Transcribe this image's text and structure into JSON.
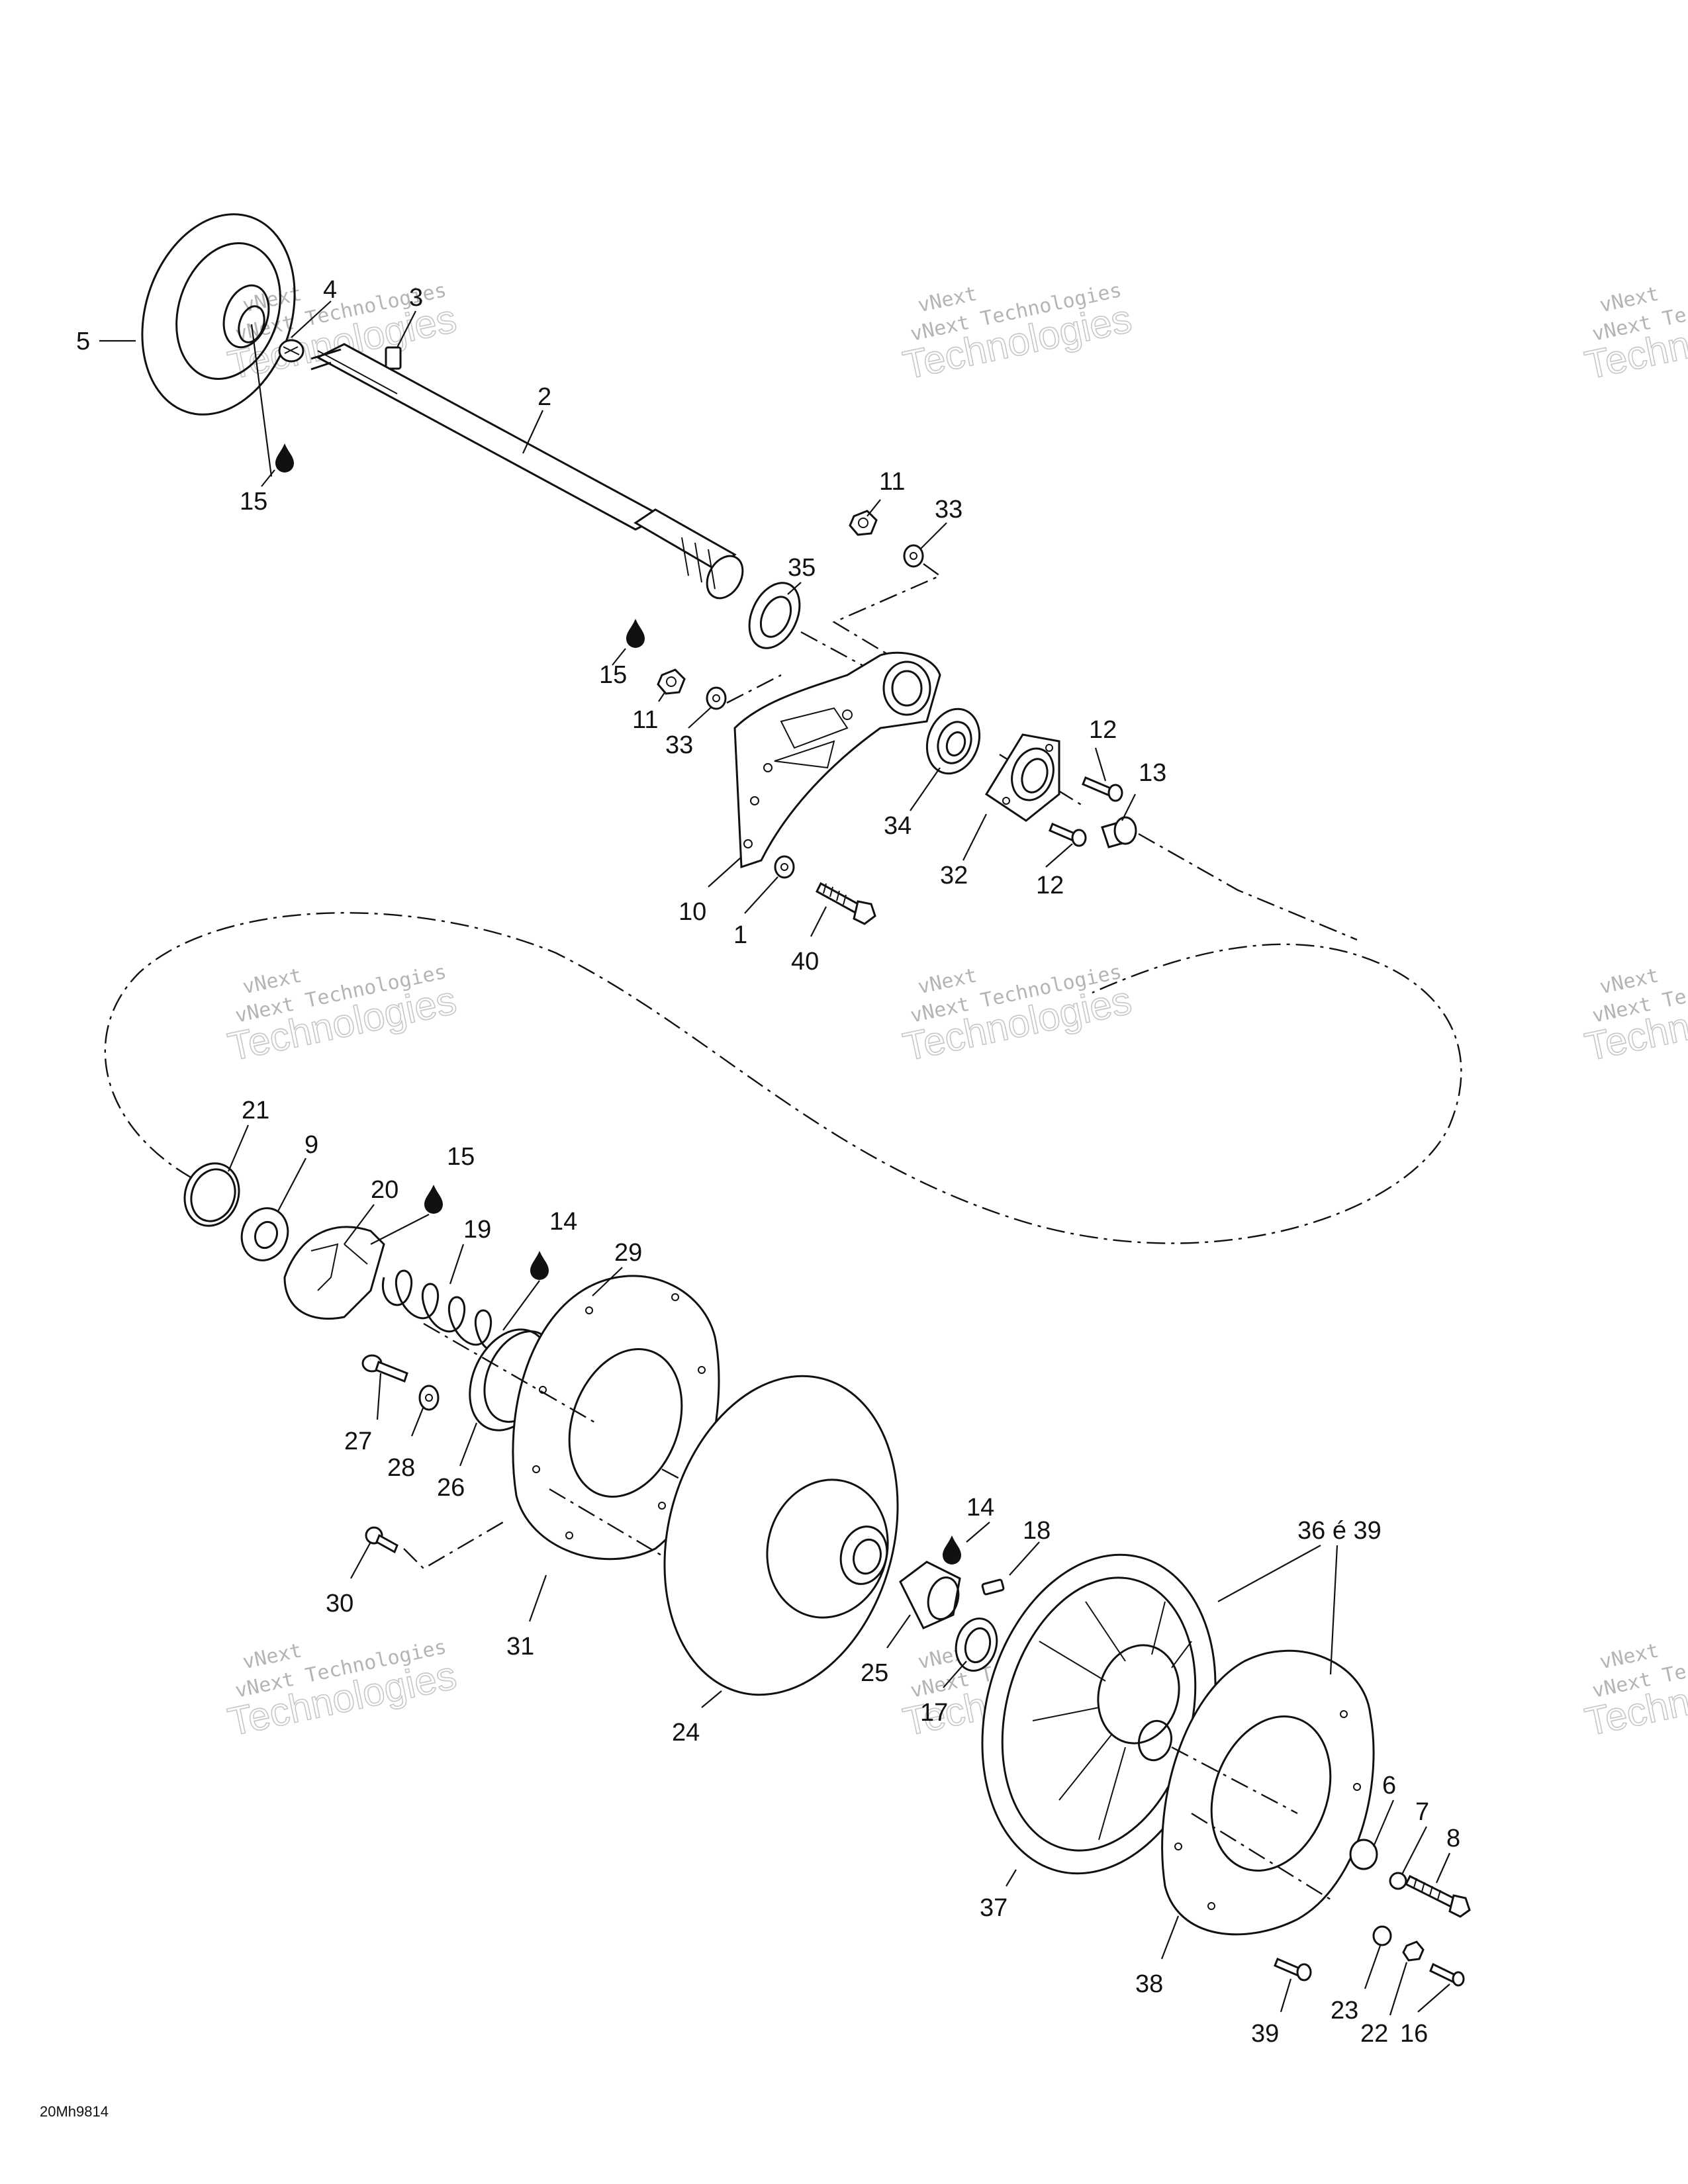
{
  "drawing_code": "20Mh9814",
  "watermark": {
    "line1": "vNext Technologies",
    "line2": "Technologies",
    "line3": "vNext"
  },
  "callouts": [
    {
      "id": "c-5",
      "text": "5"
    },
    {
      "id": "c-4",
      "text": "4"
    },
    {
      "id": "c-3",
      "text": "3"
    },
    {
      "id": "c-2",
      "text": "2"
    },
    {
      "id": "c-15a",
      "text": "15"
    },
    {
      "id": "c-11a",
      "text": "11"
    },
    {
      "id": "c-33a",
      "text": "33"
    },
    {
      "id": "c-35",
      "text": "35"
    },
    {
      "id": "c-15b",
      "text": "15"
    },
    {
      "id": "c-11b",
      "text": "11"
    },
    {
      "id": "c-33b",
      "text": "33"
    },
    {
      "id": "c-12a",
      "text": "12"
    },
    {
      "id": "c-13",
      "text": "13"
    },
    {
      "id": "c-34",
      "text": "34"
    },
    {
      "id": "c-32",
      "text": "32"
    },
    {
      "id": "c-12b",
      "text": "12"
    },
    {
      "id": "c-10",
      "text": "10"
    },
    {
      "id": "c-1",
      "text": "1"
    },
    {
      "id": "c-40",
      "text": "40"
    },
    {
      "id": "c-21",
      "text": "21"
    },
    {
      "id": "c-9",
      "text": "9"
    },
    {
      "id": "c-20",
      "text": "20"
    },
    {
      "id": "c-15c",
      "text": "15"
    },
    {
      "id": "c-19",
      "text": "19"
    },
    {
      "id": "c-14a",
      "text": "14"
    },
    {
      "id": "c-29",
      "text": "29"
    },
    {
      "id": "c-27",
      "text": "27"
    },
    {
      "id": "c-28",
      "text": "28"
    },
    {
      "id": "c-26",
      "text": "26"
    },
    {
      "id": "c-14b",
      "text": "14"
    },
    {
      "id": "c-18",
      "text": "18"
    },
    {
      "id": "c-36",
      "text": "36 é 39"
    },
    {
      "id": "c-30",
      "text": "30"
    },
    {
      "id": "c-31",
      "text": "31"
    },
    {
      "id": "c-25",
      "text": "25"
    },
    {
      "id": "c-17",
      "text": "17"
    },
    {
      "id": "c-24",
      "text": "24"
    },
    {
      "id": "c-6",
      "text": "6"
    },
    {
      "id": "c-7",
      "text": "7"
    },
    {
      "id": "c-8",
      "text": "8"
    },
    {
      "id": "c-37",
      "text": "37"
    },
    {
      "id": "c-38",
      "text": "38"
    },
    {
      "id": "c-23",
      "text": "23"
    },
    {
      "id": "c-22",
      "text": "22"
    },
    {
      "id": "c-16",
      "text": "16"
    },
    {
      "id": "c-39",
      "text": "39"
    }
  ]
}
